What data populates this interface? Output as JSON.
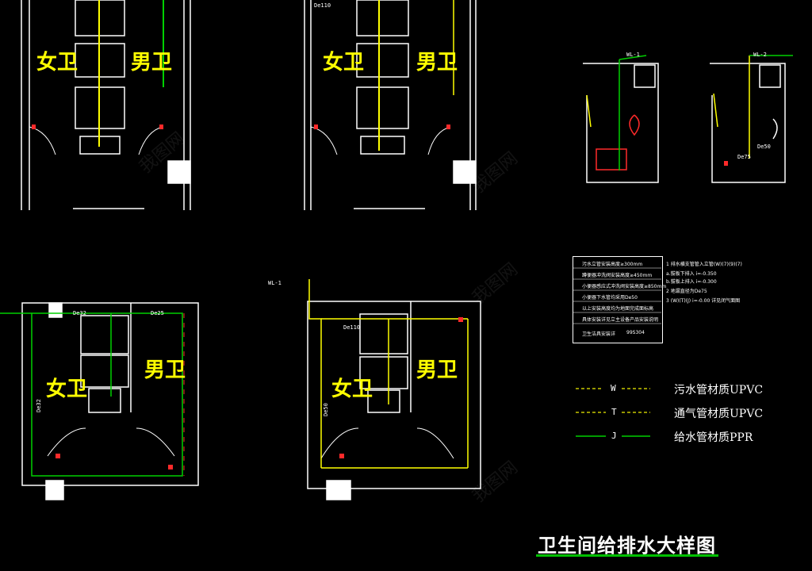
{
  "drawing": {
    "title": "卫生间给排水大样图",
    "rooms": {
      "women": "女卫",
      "men": "男卫"
    },
    "riser_labels": [
      "WL-1",
      "WL-2",
      "WL-1"
    ],
    "pipe_size_labels": [
      "De110",
      "De110",
      "De50",
      "De75",
      "De32",
      "De25",
      "De32",
      "De50"
    ],
    "notes": [
      "污水立管安装高度≥300mm",
      "蹲便器冲洗阀安装高度≥450mm",
      "小便器感应式冲洗阀安装高度≥850mm",
      "小便器下水管均采用De50",
      "以上安装高度均为地面完成面标高",
      "具体安装详见立主设备产品安装说明",
      "卫生洁具安装详",
      "99S304"
    ],
    "spec_notes": [
      "1 排水横支管管入立管(W)(7)(9)(7)",
      "a.拔板下排入 i=-0.350",
      "b.拔板上排入 i=-0.300",
      "2 地漏直径为De75",
      "3 (W)(T)(J) i=-0.00      详见闭气面图"
    ]
  },
  "legend": [
    {
      "code": "W",
      "label": "污水管材质UPVC",
      "color": "#c8c800"
    },
    {
      "code": "T",
      "label": "通气管材质UPVC",
      "color": "#c8c800"
    },
    {
      "code": "J",
      "label": "给水管材质PPR",
      "color": "#00d000"
    }
  ],
  "colors": {
    "background": "#000000",
    "wall": "#ffffff",
    "drain_pipe": "#ffff00",
    "supply_pipe": "#00d000",
    "fixture_red": "#ff2a2a",
    "room_label": "#ffff00"
  }
}
